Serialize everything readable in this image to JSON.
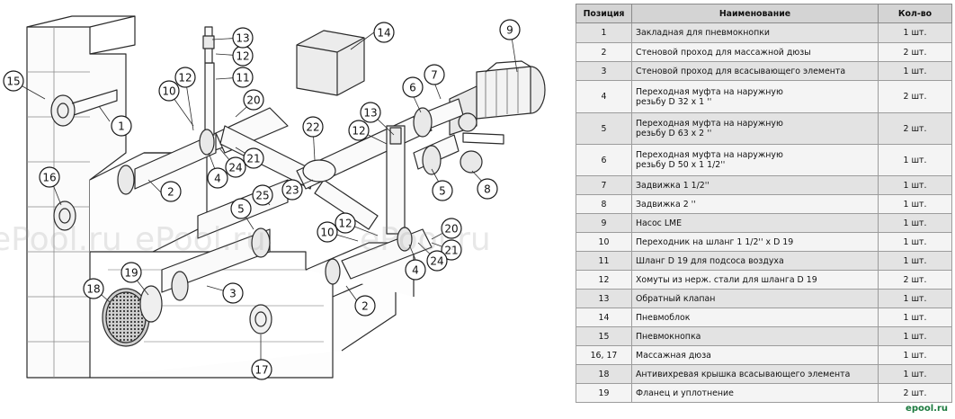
{
  "table": {
    "headers": {
      "position": "Позиция",
      "name": "Наименование",
      "qty": "Кол-во"
    },
    "rows": [
      {
        "pos": "1",
        "name": "Закладная для пневмокнопки",
        "qty": "1 шт."
      },
      {
        "pos": "2",
        "name": "Стеновой проход для массажной дюзы",
        "qty": "2 шт."
      },
      {
        "pos": "3",
        "name": "Стеновой проход для всасывающего элемента",
        "qty": "1 шт."
      },
      {
        "pos": "4",
        "name": "Переходная муфта на наружную\nрезьбу D 32 x 1 ''",
        "qty": "2 шт."
      },
      {
        "pos": "5",
        "name": "Переходная муфта на наружную\nрезьбу D 63 x 2 ''",
        "qty": "2 шт."
      },
      {
        "pos": "6",
        "name": "Переходная муфта на наружную\nрезьбу D 50 x 1 1/2''",
        "qty": "1 шт."
      },
      {
        "pos": "7",
        "name": "Задвижка 1 1/2''",
        "qty": "1 шт."
      },
      {
        "pos": "8",
        "name": "Задвижка 2 ''",
        "qty": "1 шт."
      },
      {
        "pos": "9",
        "name": "Насос LME",
        "qty": "1 шт."
      },
      {
        "pos": "10",
        "name": "Переходник на шланг 1 1/2'' x D 19",
        "qty": "1 шт."
      },
      {
        "pos": "11",
        "name": "Шланг D 19 для подсоса воздуха",
        "qty": "1 шт."
      },
      {
        "pos": "12",
        "name": "Хомуты из нерж. стали для шланга D 19",
        "qty": "2 шт."
      },
      {
        "pos": "13",
        "name": "Обратный клапан",
        "qty": "1 шт."
      },
      {
        "pos": "14",
        "name": "Пневмоблок",
        "qty": "1 шт."
      },
      {
        "pos": "15",
        "name": "Пневмокнопка",
        "qty": "1 шт."
      },
      {
        "pos": "16, 17",
        "name": "Массажная дюза",
        "qty": "1 шт."
      },
      {
        "pos": "18",
        "name": "Антивихревая крышка всасывающего элемента",
        "qty": "1 шт."
      },
      {
        "pos": "19",
        "name": "Фланец и уплотнение",
        "qty": "2 шт."
      }
    ]
  },
  "watermark": {
    "text": "ePool.ru"
  },
  "logo_text": "epool.ru",
  "callouts": [
    {
      "id": "c1",
      "label": "1"
    },
    {
      "id": "c2a",
      "label": "2"
    },
    {
      "id": "c2b",
      "label": "2"
    },
    {
      "id": "c3",
      "label": "3"
    },
    {
      "id": "c4a",
      "label": "4"
    },
    {
      "id": "c4b",
      "label": "4"
    },
    {
      "id": "c5a",
      "label": "5"
    },
    {
      "id": "c5b",
      "label": "5"
    },
    {
      "id": "c6",
      "label": "6"
    },
    {
      "id": "c7",
      "label": "7"
    },
    {
      "id": "c8",
      "label": "8"
    },
    {
      "id": "c9",
      "label": "9"
    },
    {
      "id": "c10a",
      "label": "10"
    },
    {
      "id": "c10b",
      "label": "10"
    },
    {
      "id": "c11",
      "label": "11"
    },
    {
      "id": "c12a",
      "label": "12"
    },
    {
      "id": "c12b",
      "label": "12"
    },
    {
      "id": "c12c",
      "label": "12"
    },
    {
      "id": "c12d",
      "label": "12"
    },
    {
      "id": "c13a",
      "label": "13"
    },
    {
      "id": "c13b",
      "label": "13"
    },
    {
      "id": "c14",
      "label": "14"
    },
    {
      "id": "c15",
      "label": "15"
    },
    {
      "id": "c16",
      "label": "16"
    },
    {
      "id": "c17",
      "label": "17"
    },
    {
      "id": "c18",
      "label": "18"
    },
    {
      "id": "c19",
      "label": "19"
    },
    {
      "id": "c20a",
      "label": "20"
    },
    {
      "id": "c20b",
      "label": "20"
    },
    {
      "id": "c21a",
      "label": "21"
    },
    {
      "id": "c21b",
      "label": "21"
    },
    {
      "id": "c22",
      "label": "22"
    },
    {
      "id": "c23",
      "label": "23"
    },
    {
      "id": "c24a",
      "label": "24"
    },
    {
      "id": "c24b",
      "label": "24"
    },
    {
      "id": "c25",
      "label": "25"
    }
  ]
}
